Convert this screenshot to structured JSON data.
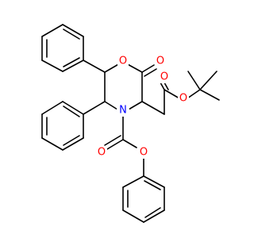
{
  "molecule": {
    "atom_labels": {
      "ring_oxygen": "O",
      "carbonyl_oxygen_lactone": "O",
      "carbonyl_oxygen_ester": "O",
      "ester_oxygen": "O",
      "nitrogen": "N",
      "carbamate_carbonyl_oxygen": "O",
      "carbamate_ester_oxygen": "O"
    },
    "colors": {
      "bond": "#000000",
      "oxygen": "#ff0000",
      "nitrogen": "#0000ff",
      "background": "#ffffff"
    }
  }
}
